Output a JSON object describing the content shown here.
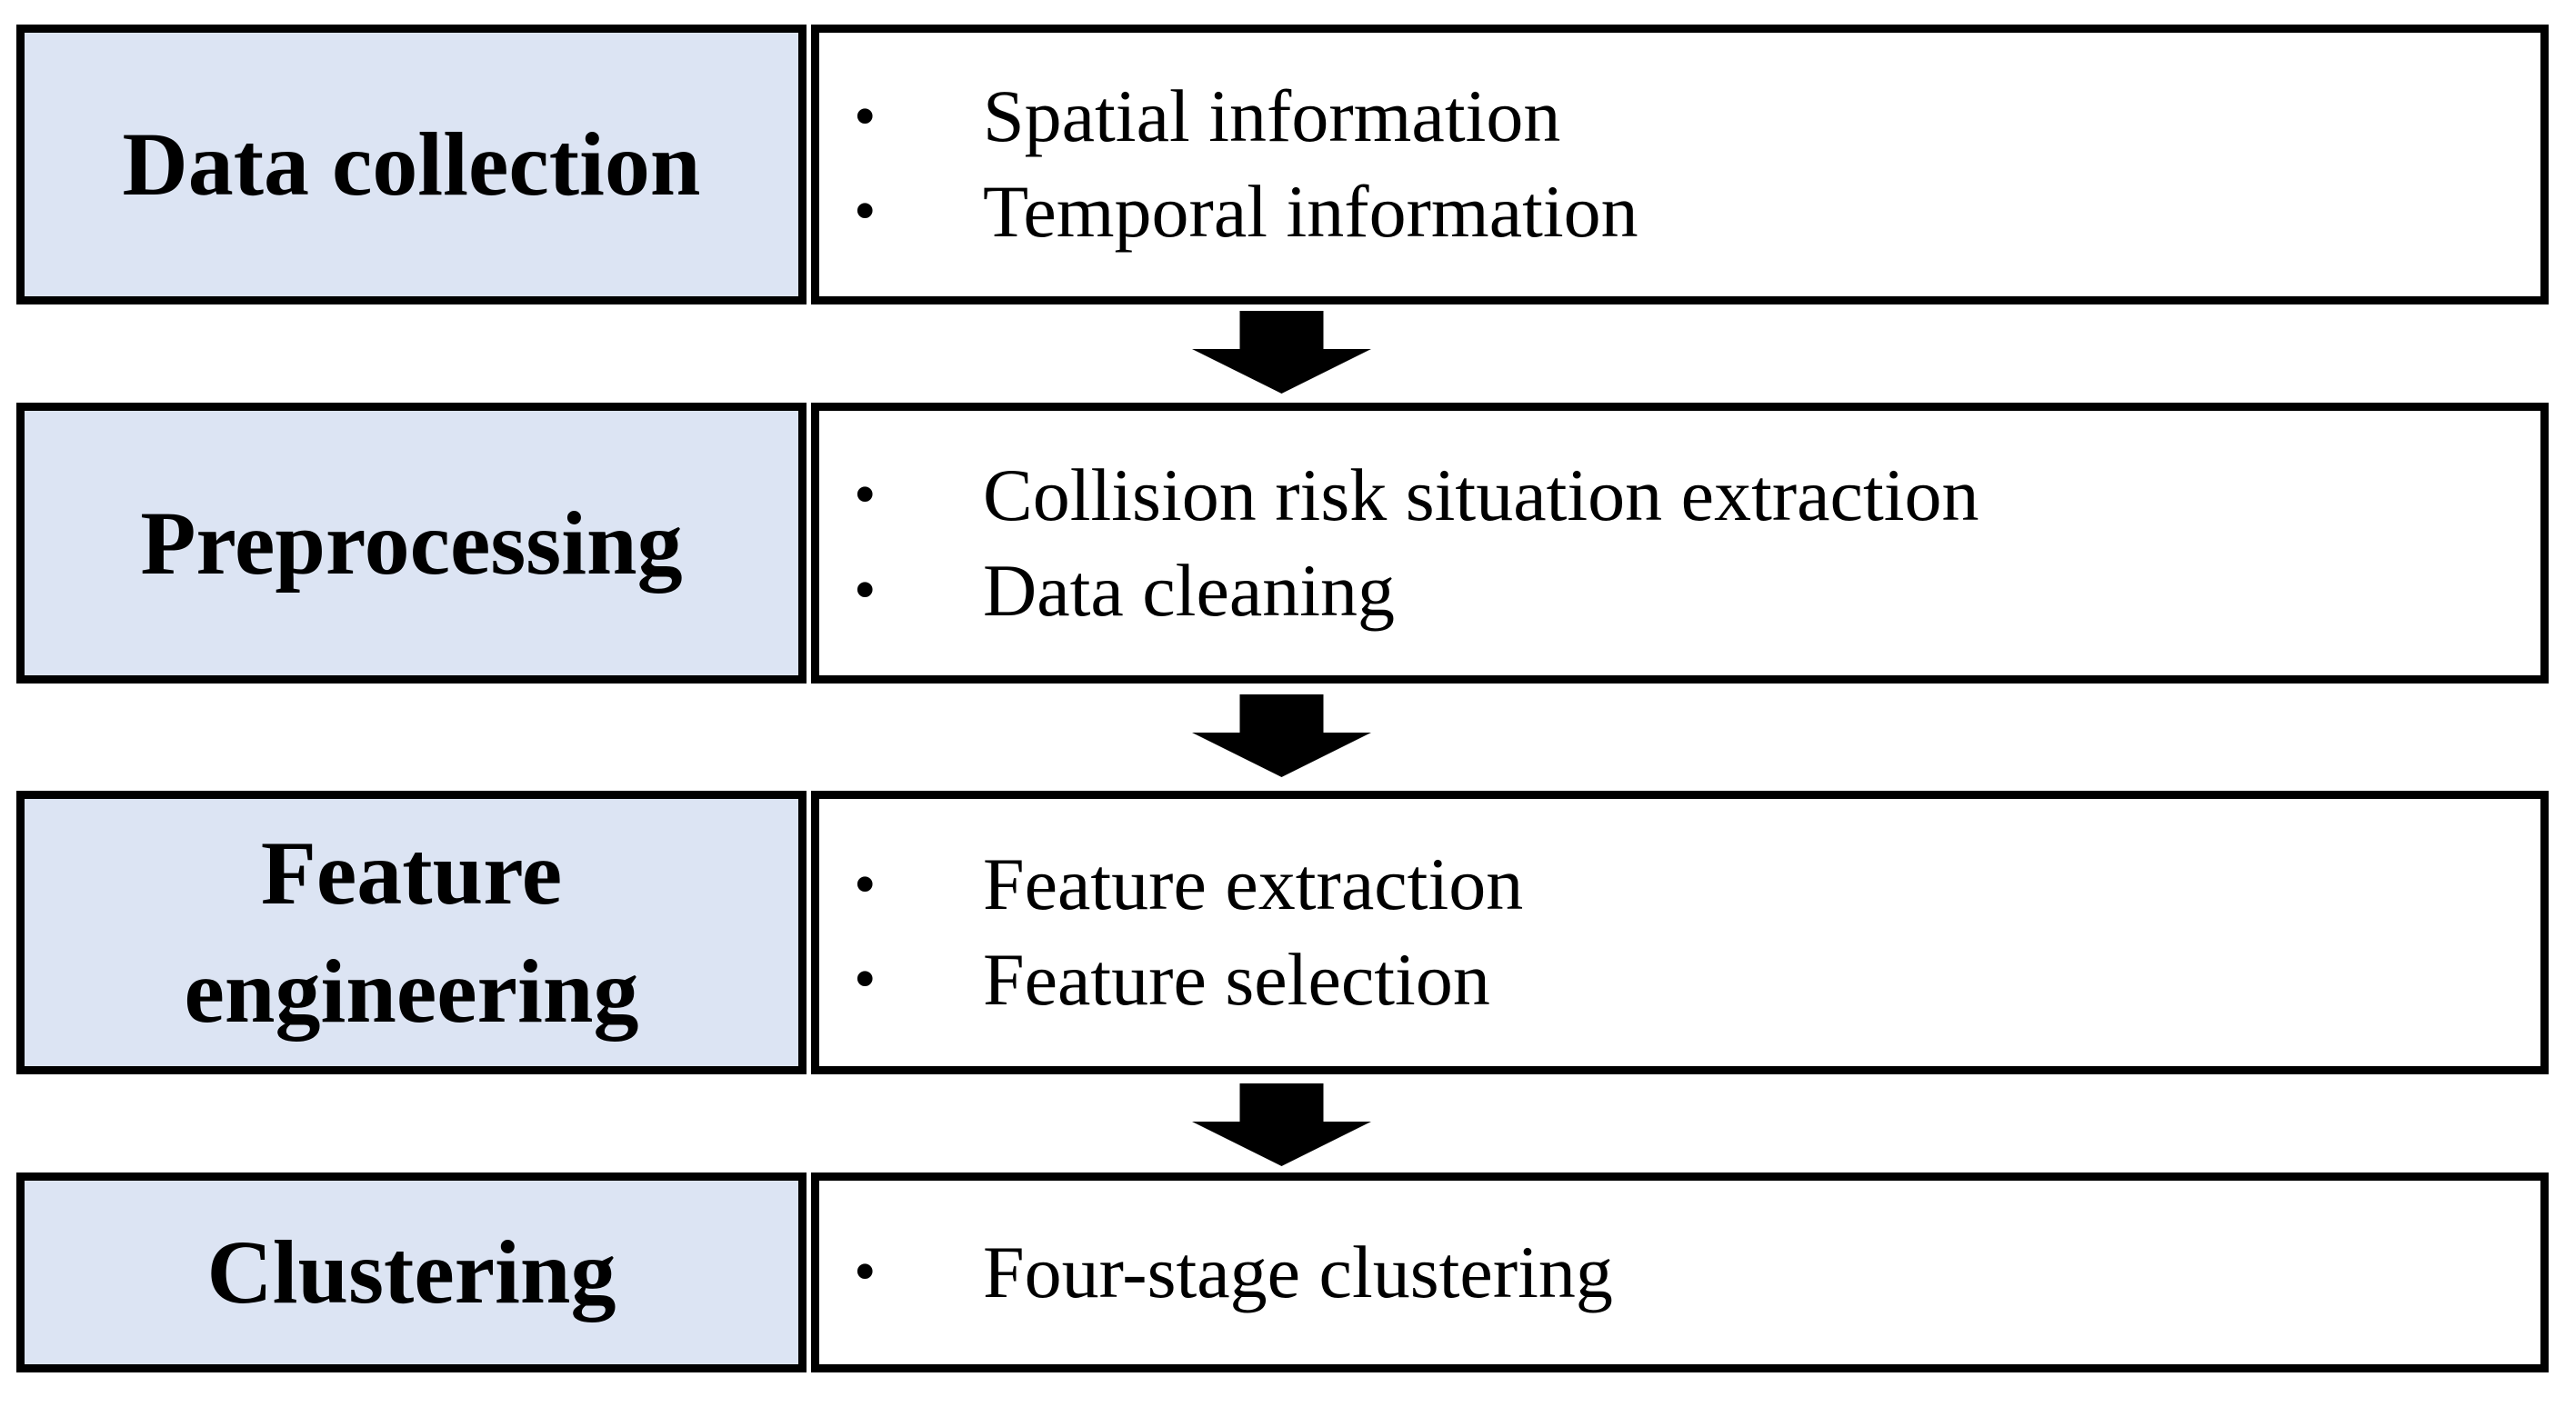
{
  "colors": {
    "bg": "#ffffff",
    "stageFill": "#dce4f3",
    "borderColor": "#000000",
    "textColor": "#000000",
    "arrowColor": "#000000"
  },
  "diagram": {
    "bullet_char": "•",
    "stages": [
      {
        "label": "Data collection",
        "bullets": [
          "Spatial information",
          "Temporal information"
        ]
      },
      {
        "label": "Preprocessing",
        "bullets": [
          "Collision risk situation extraction",
          "Data cleaning"
        ]
      },
      {
        "label": "Feature engineering",
        "bullets": [
          "Feature extraction",
          "Feature selection"
        ]
      },
      {
        "label": "Clustering",
        "bullets": [
          "Four-stage clustering"
        ]
      }
    ]
  }
}
